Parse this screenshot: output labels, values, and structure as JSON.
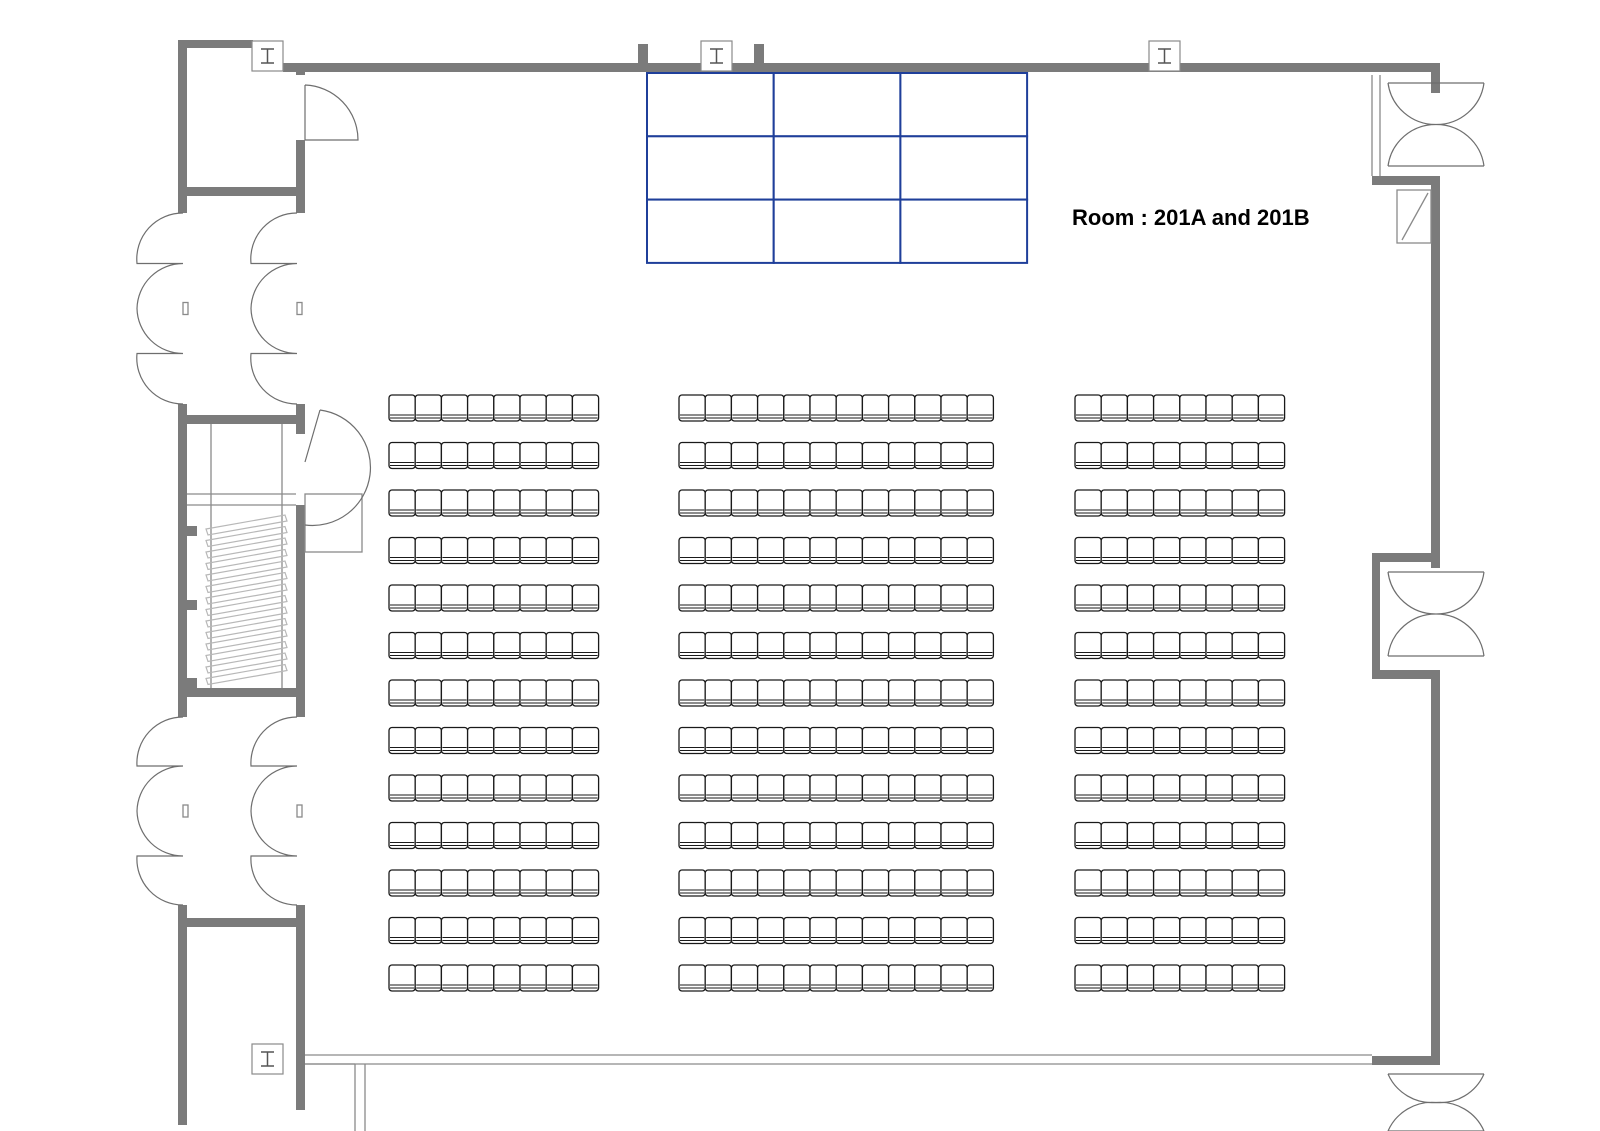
{
  "room": {
    "label": "Room : 201A and 201B"
  },
  "stage": {
    "rows": 3,
    "cols": 3,
    "color": "#1f3f9a"
  },
  "seating": {
    "rows": 13,
    "blocks": [
      {
        "name": "left",
        "seats_per_row": 8
      },
      {
        "name": "center",
        "seats_per_row": 12
      },
      {
        "name": "right",
        "seats_per_row": 8
      }
    ]
  },
  "colors": {
    "wall": "#7b7b7b",
    "seat_outline": "#1a1a1a"
  }
}
